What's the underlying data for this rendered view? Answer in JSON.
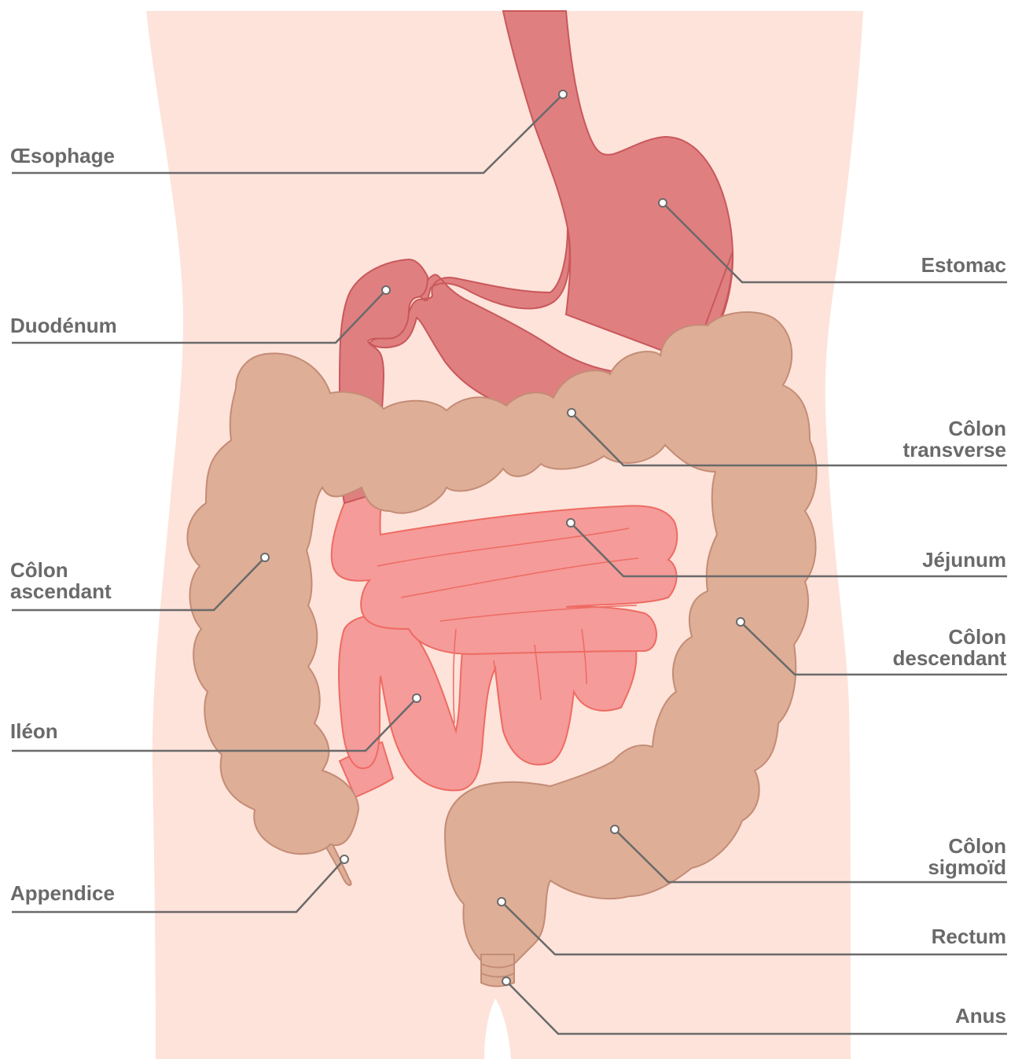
{
  "colors": {
    "background": "#ffffff",
    "body": "#fde3da",
    "stomach": "#e07f80",
    "stomach_outline": "#c9585b",
    "colon": "#deae97",
    "colon_outline": "#c48c76",
    "small_intestine": "#f59b9a",
    "small_intestine_outline": "#ee6b63",
    "leader_line": "#6a6a6a",
    "label_text": "#6a6a6a"
  },
  "labels": {
    "esophagus": "Œsophage",
    "stomach": "Estomac",
    "duodenum": "Duodénum",
    "transverse_colon": [
      "Côlon",
      "transverse"
    ],
    "ascending_colon": [
      "Côlon",
      "ascendant"
    ],
    "jejunum": "Jéjunum",
    "descending_colon": [
      "Côlon",
      "descendant"
    ],
    "ileum": "Iléon",
    "appendix": "Appendice",
    "sigmoid_colon": [
      "Côlon",
      "sigmoïd"
    ],
    "rectum": "Rectum",
    "anus": "Anus"
  }
}
